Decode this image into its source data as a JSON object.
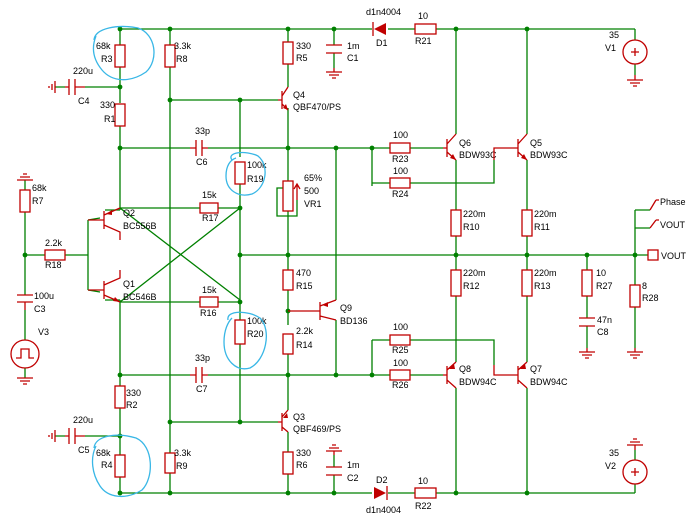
{
  "colors": {
    "wire": "#008000",
    "component": "#c00000",
    "highlight": "#39b7e6",
    "text": "#000000",
    "background": "#ffffff"
  },
  "resistors": [
    {
      "id": "R3",
      "value": "68k"
    },
    {
      "id": "R1",
      "value": "330"
    },
    {
      "id": "R8",
      "value": "3.3k"
    },
    {
      "id": "R5",
      "value": "330"
    },
    {
      "id": "R21",
      "value": "10"
    },
    {
      "id": "R19",
      "value": "100k"
    },
    {
      "id": "R23",
      "value": "100"
    },
    {
      "id": "R24",
      "value": "100"
    },
    {
      "id": "R17",
      "value": "15k"
    },
    {
      "id": "R7",
      "value": "68k"
    },
    {
      "id": "R18",
      "value": "2.2k"
    },
    {
      "id": "R16",
      "value": "15k"
    },
    {
      "id": "R20",
      "value": "100k"
    },
    {
      "id": "R15",
      "value": "470"
    },
    {
      "id": "R14",
      "value": "2.2k"
    },
    {
      "id": "R10",
      "value": "220m"
    },
    {
      "id": "R11",
      "value": "220m"
    },
    {
      "id": "R12",
      "value": "220m"
    },
    {
      "id": "R13",
      "value": "220m"
    },
    {
      "id": "R27",
      "value": "10"
    },
    {
      "id": "R28",
      "value": "8"
    },
    {
      "id": "R25",
      "value": "100"
    },
    {
      "id": "R26",
      "value": "100"
    },
    {
      "id": "R2",
      "value": "330"
    },
    {
      "id": "R4",
      "value": "68k"
    },
    {
      "id": "R9",
      "value": "3.3k"
    },
    {
      "id": "R6",
      "value": "330"
    },
    {
      "id": "R22",
      "value": "10"
    }
  ],
  "capacitors": [
    {
      "id": "C4",
      "value": "220u"
    },
    {
      "id": "C1",
      "value": "1m"
    },
    {
      "id": "C6",
      "value": "33p"
    },
    {
      "id": "C3",
      "value": "100u"
    },
    {
      "id": "C8",
      "value": "47n"
    },
    {
      "id": "C7",
      "value": "33p"
    },
    {
      "id": "C5",
      "value": "220u"
    },
    {
      "id": "C2",
      "value": "1m"
    }
  ],
  "transistors": [
    {
      "id": "Q4",
      "value": "QBF470/PS"
    },
    {
      "id": "Q6",
      "value": "BDW93C"
    },
    {
      "id": "Q5",
      "value": "BDW93C"
    },
    {
      "id": "Q2",
      "value": "BC556B"
    },
    {
      "id": "Q1",
      "value": "BC546B"
    },
    {
      "id": "Q9",
      "value": "BD136"
    },
    {
      "id": "Q8",
      "value": "BDW94C"
    },
    {
      "id": "Q7",
      "value": "BDW94C"
    },
    {
      "id": "Q3",
      "value": "QBF469/PS"
    }
  ],
  "diodes": [
    {
      "id": "D1",
      "value": "d1n4004"
    },
    {
      "id": "D2",
      "value": "d1n4004"
    }
  ],
  "sources": [
    {
      "id": "V1",
      "value": "35"
    },
    {
      "id": "V2",
      "value": "35"
    },
    {
      "id": "V3",
      "value": ""
    }
  ],
  "pot": {
    "id": "VR1",
    "value": "500",
    "setting": "65%"
  },
  "outputs": [
    "Phase",
    "VOUT",
    "VOUT"
  ]
}
